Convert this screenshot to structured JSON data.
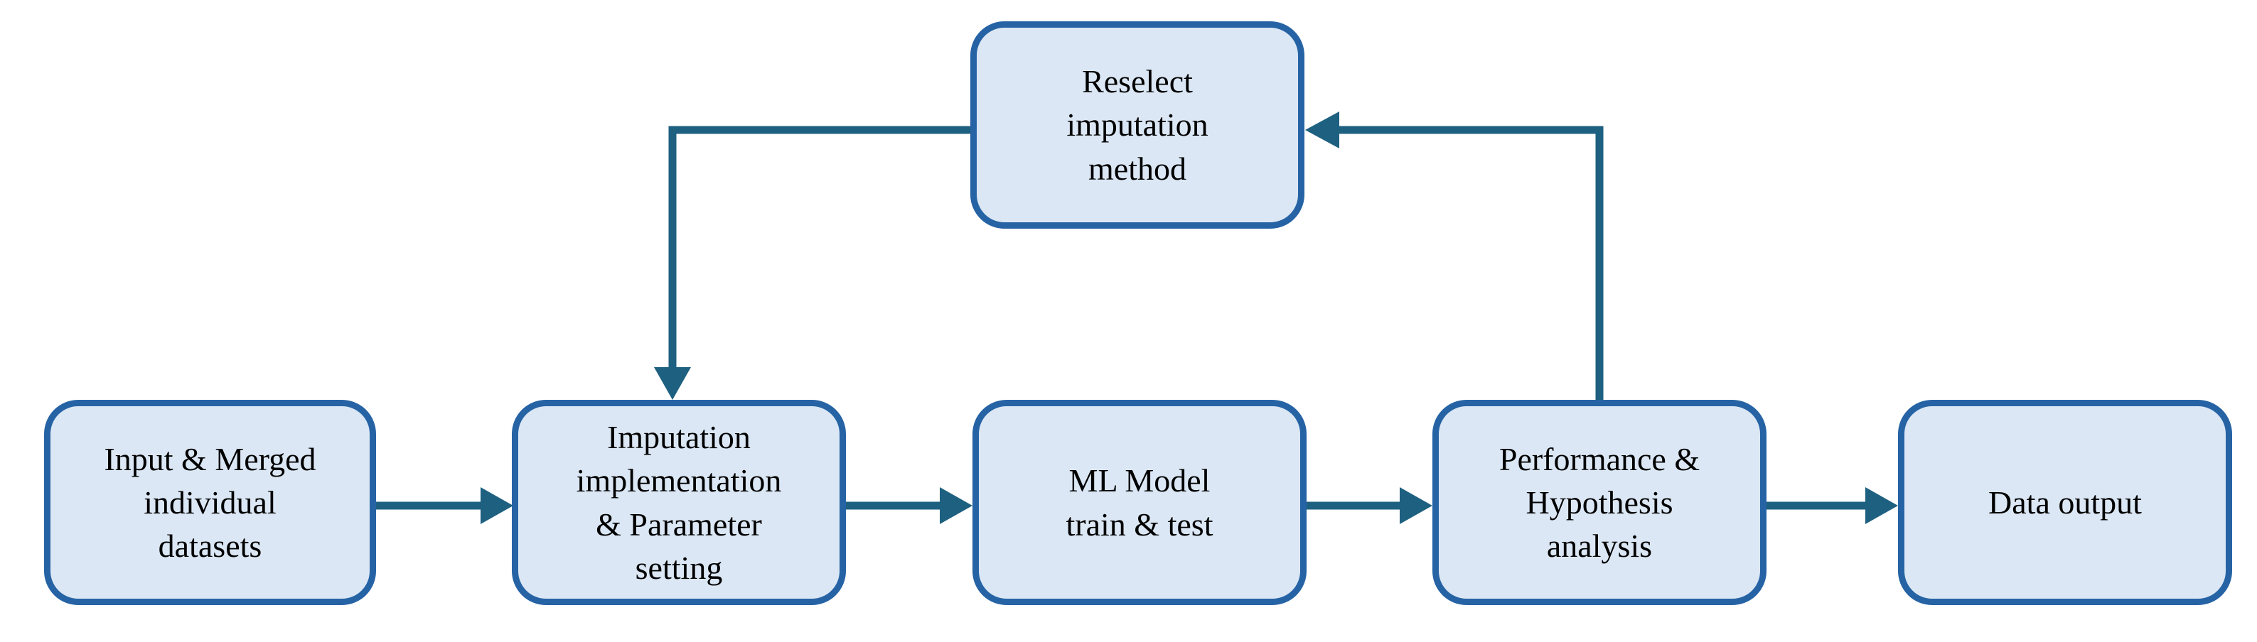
{
  "diagram": {
    "type": "flowchart",
    "nodes": {
      "input": {
        "label": "Input & Merged\nindividual\ndatasets"
      },
      "imputation": {
        "label": "Imputation\nimplementation\n& Parameter\nsetting"
      },
      "ml": {
        "label": "ML Model\ntrain & test"
      },
      "performance": {
        "label": "Performance &\nHypothesis\nanalysis"
      },
      "output": {
        "label": "Data output"
      },
      "reselect": {
        "label": "Reselect\nimputation\nmethod"
      }
    },
    "edges": [
      {
        "from": "input",
        "to": "imputation",
        "type": "flow"
      },
      {
        "from": "imputation",
        "to": "ml",
        "type": "flow"
      },
      {
        "from": "ml",
        "to": "performance",
        "type": "flow"
      },
      {
        "from": "performance",
        "to": "output",
        "type": "flow"
      },
      {
        "from": "performance",
        "to": "reselect",
        "type": "feedback"
      },
      {
        "from": "reselect",
        "to": "imputation",
        "type": "feedback"
      }
    ]
  },
  "colors": {
    "background": "#ffffff",
    "node_fill": "#dbe7f4",
    "node_border": "#2663a5",
    "arrow": "#1e6080",
    "text": "#000000"
  }
}
